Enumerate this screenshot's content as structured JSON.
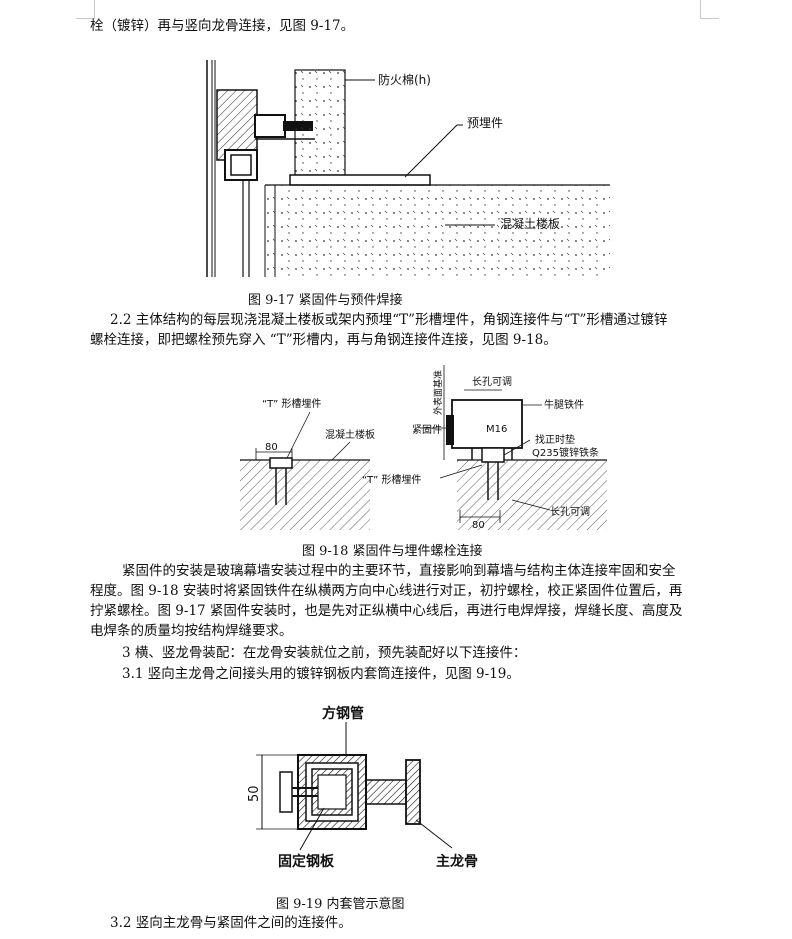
{
  "paragraphs": {
    "p0": "栓（镀锌）再与竖向龙骨连接，见图 9-17。",
    "p1a": "2.2  主体结构的每层现浇混凝土楼板或架内预埋“T”形槽埋件，角钢连接件与“T”形槽通过镀锌",
    "p1b": "螺栓连接，即把螺栓预先穿入 “T”形槽内，再与角钢连接件连接，见图 9-18。",
    "p2a": "紧固件的安装是玻璃幕墙安装过程中的主要环节，直接影响到幕墙与结构主体连接牢固和安全",
    "p2b": "程度。图 9-18 安装时将紧固铁件在纵横两方向中心线进行对正，初拧螺栓，校正紧固件位置后，再",
    "p2c": "拧紧螺栓。图 9-17 紧固件安装时，也是先对正纵横中心线后，再进行电焊焊接，焊缝长度、高度及",
    "p2d": "电焊条的质量均按结构焊缝要求。",
    "p3": "3  横、竖龙骨装配：在龙骨安装就位之前，预先装配好以下连接件：",
    "p4": "3.1  竖向主龙骨之间接头用的镀锌钢板内套筒连接件，见图 9-19。",
    "p5": "3.2  竖向主龙骨与紧固件之间的连接件。"
  },
  "figures": {
    "f917": {
      "caption": "图 9-17  紧固件与预件焊接",
      "labels": {
        "fireproof": "防火棉(h)",
        "embed": "预埋件",
        "slab": "混凝土楼板"
      }
    },
    "f918": {
      "caption": "图 9-18  紧固件与埋件螺栓连接",
      "labels": {
        "tslot_top": "“T” 形槽埋件",
        "concrete": "混凝土楼板",
        "dim80_left": "80",
        "wall_line": "外表面基准",
        "long_hole_top": "长孔可调",
        "angle": "牛腿铁件",
        "fastener": "紧固件",
        "m16": "M16",
        "shim": "找正时垫",
        "strip": "Q235镀锌铁条",
        "tslot_bottom": "“T” 形槽埋件",
        "dim80_right": "80",
        "long_hole_bottom": "长孔可调"
      }
    },
    "f919": {
      "caption": "图  9-19  内套管示意图",
      "labels": {
        "square_tube": "方钢管",
        "dim50": "50",
        "plate": "固定钢板",
        "main_keel": "主龙骨"
      }
    }
  }
}
